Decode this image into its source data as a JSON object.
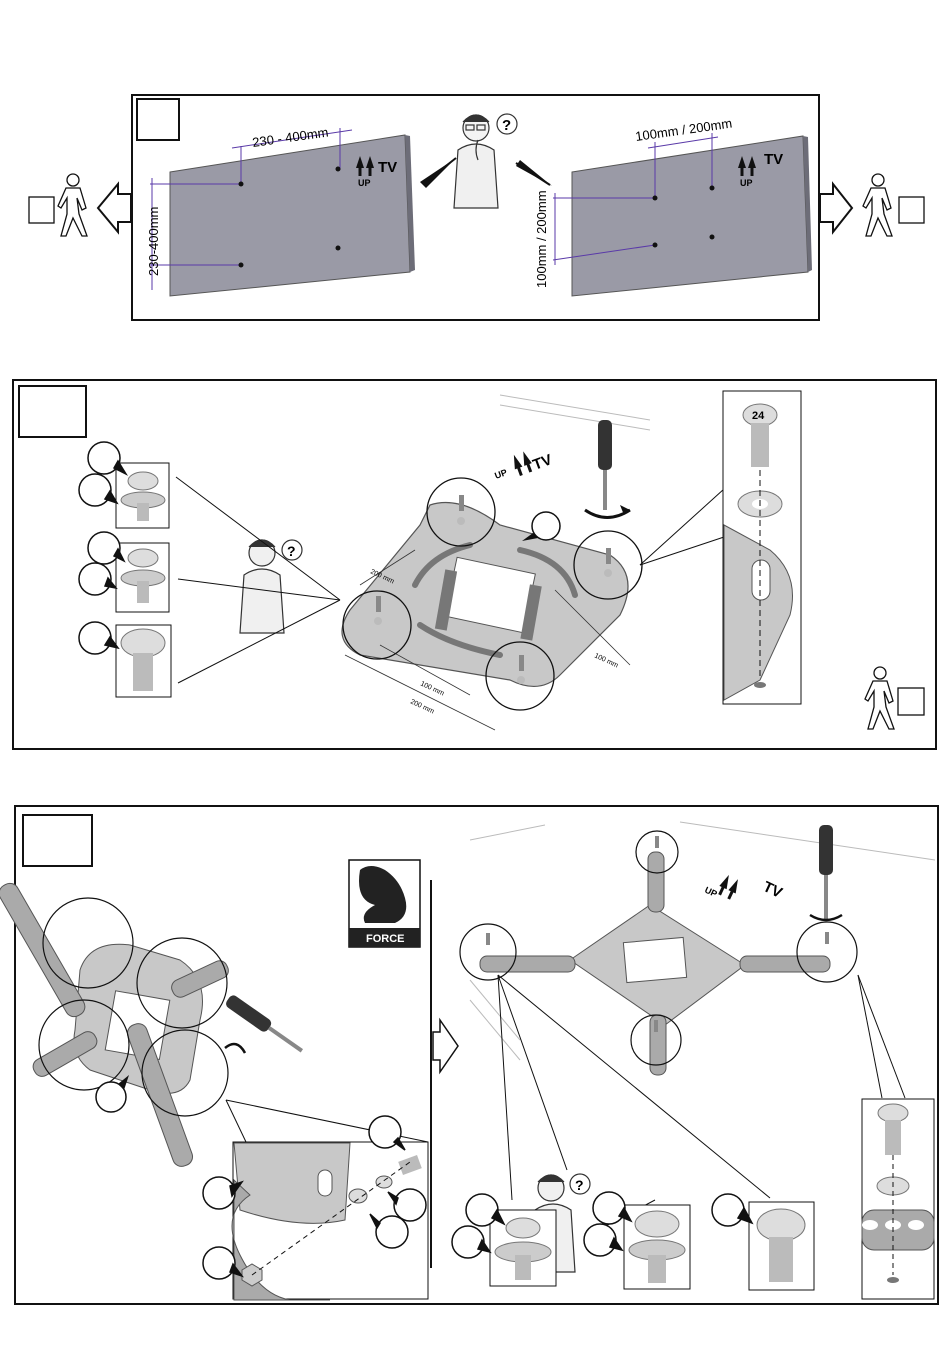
{
  "panel1": {
    "left_dim_horizontal": "230 - 400mm",
    "left_dim_vertical": "230-400mm",
    "right_dim_horizontal": "100mm / 200mm",
    "right_dim_vertical": "100mm / 200mm",
    "tv_label": "TV",
    "up_label": "UP"
  },
  "panel2": {
    "tv_label": "TV",
    "up_label": "UP",
    "dim_200_a": "200 mm",
    "dim_100_a": "100 mm",
    "dim_100_b": "100 mm",
    "dim_200_b": "200 mm",
    "screw_head_mark": "24"
  },
  "panel3": {
    "force_label": "FORCE",
    "tv_label": "TV",
    "up_label": "UP"
  },
  "help_mark": "?",
  "colors": {
    "plate": "#c8c8c8",
    "tv_panel": "#9a9aa6",
    "dim_line": "#5a3aa8",
    "callout": "#111111"
  }
}
